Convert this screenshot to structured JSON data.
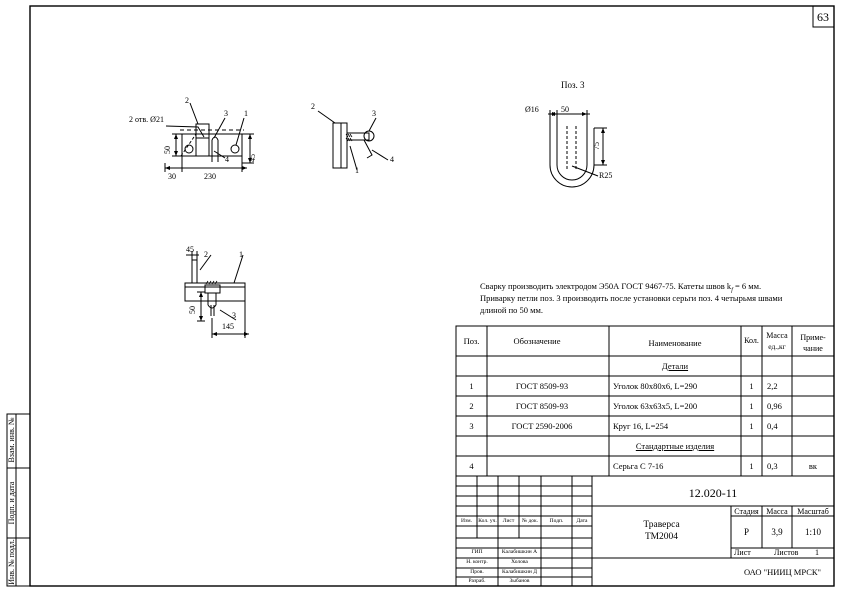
{
  "sheet": {
    "number": "63"
  },
  "side_stamp": {
    "vzam": "Взам. инв. №",
    "podp": "Подп. и дата",
    "inv": "Инв. № подл."
  },
  "views": {
    "front": {
      "hole_note": "2 отв. Ø21",
      "pos1": "1",
      "pos2": "2",
      "pos3": "3",
      "pos4": "4",
      "d50": "50",
      "d45": "45",
      "d30": "30",
      "d230": "230"
    },
    "side": {
      "pos1": "1",
      "pos2": "2",
      "pos3": "3",
      "pos4": "4"
    },
    "top": {
      "d45": "45",
      "pos1": "1",
      "pos2": "2",
      "pos3": "3",
      "d50": "50",
      "d145": "145"
    },
    "detail": {
      "title": "Поз. 3",
      "d16": "Ø16",
      "d50": "50",
      "d75": "75",
      "r25": "R25"
    }
  },
  "notes": {
    "line1a": "Сварку производить электродом Э50А ГОСТ 9467-75.  Катеты швов k",
    "line1sub": "f",
    "line1b": " = 6 мм.",
    "line2": "Приварку петли поз. 3 производить после установки серьги поз. 4 четырьмя швами",
    "line3": "длиной по 50 мм."
  },
  "spec": {
    "headers": {
      "pos": "Поз.",
      "designation": "Обозначение",
      "name": "Наименование",
      "qty": "Кол.",
      "mass1": "Масса",
      "mass2": "ед.,кг",
      "note1": "Приме-",
      "note2": "чание"
    },
    "section_details": "Детали",
    "section_standard": "Стандартные изделия",
    "rows": [
      {
        "pos": "1",
        "designation": "ГОСТ 8509-93",
        "name": "Уголок 80х80х6, L=290",
        "qty": "1",
        "mass": "2,2",
        "note": ""
      },
      {
        "pos": "2",
        "designation": "ГОСТ 8509-93",
        "name": "Уголок 63х63х5,  L=200",
        "qty": "1",
        "mass": "0,96",
        "note": ""
      },
      {
        "pos": "3",
        "designation": "ГОСТ 2590-2006",
        "name": "Круг 16, L=254",
        "qty": "1",
        "mass": "0,4",
        "note": ""
      }
    ],
    "std_rows": [
      {
        "pos": "4",
        "designation": "",
        "name": "Серьга С 7-16",
        "qty": "1",
        "mass": "0,3",
        "note": "вк"
      }
    ]
  },
  "title_block": {
    "code": "12.020-11",
    "name1": "Траверса",
    "name2": "ТМ2004",
    "stage_label": "Стадия",
    "mass_label": "Масса",
    "scale_label": "Масштаб",
    "stage": "Р",
    "mass": "3,9",
    "scale": "1:10",
    "sheet_label": "Лист",
    "sheets_label": "Листов",
    "sheets": "1",
    "org": "ОАО \"НИИЦ МРСК\"",
    "col_izm": "Изм.",
    "col_koluch": "Кол. уч.",
    "col_list": "Лист",
    "col_ndok": "№ док.",
    "col_podp": "Подп.",
    "col_data": "Дата",
    "roles": [
      {
        "role": "ГИП",
        "person": "Калабишкин А"
      },
      {
        "role": "Н. контр.",
        "person": "Холова"
      },
      {
        "role": "Пров.",
        "person": "Калабишкин Д"
      },
      {
        "role": "Разраб.",
        "person": "Зыбанов"
      }
    ]
  }
}
